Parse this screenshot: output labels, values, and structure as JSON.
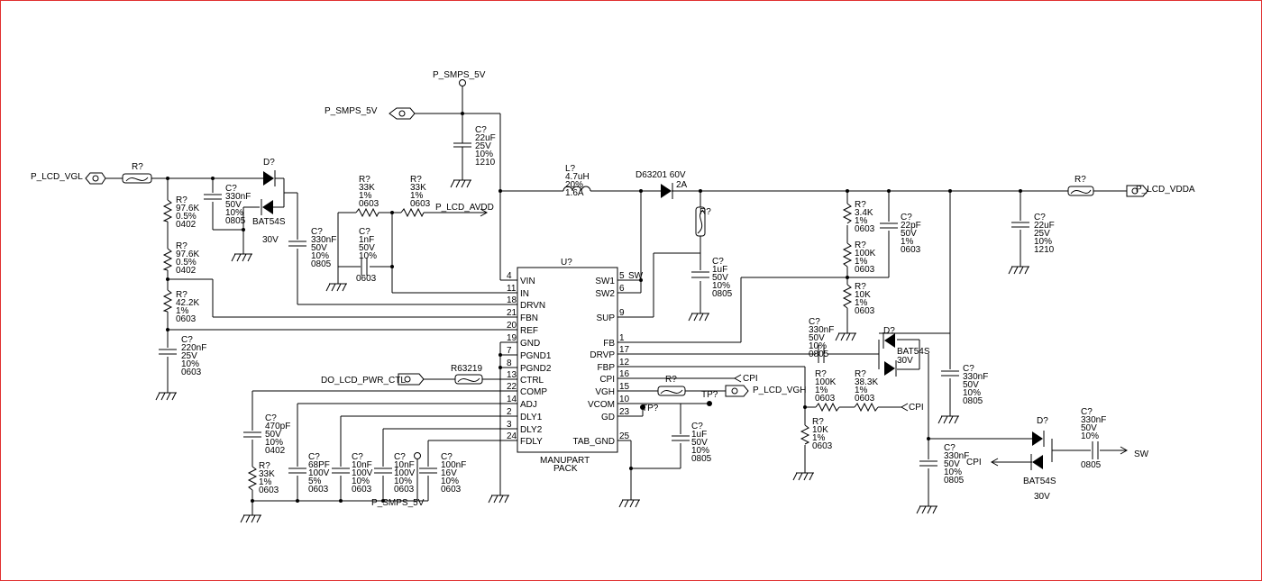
{
  "schematic": {
    "nets": {
      "p_smps_5v_top": "P_SMPS_5V",
      "p_smps_5v_port": "P_SMPS_5V",
      "p_lcd_vgl": "P_LCD_VGL",
      "p_lcd_avdd": "P_LCD_AVDD",
      "p_lcd_vdda": "P_LCD_VDDA",
      "do_lcd_pwr_ctl": "DO_LCD_PWR_CTL",
      "p_lcd_vgh": "P_LCD_VGH",
      "cpi_1": "CPI",
      "cpi_2": "CPI",
      "cpi_3": "CPI",
      "sw": "SW",
      "p_smps_5v_bottom": "P_SMPS_5V"
    },
    "ic": {
      "ref": "U?",
      "name_line1": "MANUPART",
      "name_line2": "PACK",
      "left_pins": [
        {
          "num": "4",
          "name": "VIN"
        },
        {
          "num": "11",
          "name": "IN"
        },
        {
          "num": "18",
          "name": "DRVN"
        },
        {
          "num": "21",
          "name": "FBN"
        },
        {
          "num": "20",
          "name": "REF"
        },
        {
          "num": "19",
          "name": "GND"
        },
        {
          "num": "7",
          "name": "PGND1"
        },
        {
          "num": "8",
          "name": "PGND2"
        },
        {
          "num": "13",
          "name": "CTRL"
        },
        {
          "num": "22",
          "name": "COMP"
        },
        {
          "num": "14",
          "name": "ADJ"
        },
        {
          "num": "2",
          "name": "DLY1"
        },
        {
          "num": "3",
          "name": "DLY2"
        },
        {
          "num": "24",
          "name": "FDLY"
        }
      ],
      "right_pins": [
        {
          "num": "5",
          "name": "SW1"
        },
        {
          "num": "6",
          "name": "SW2"
        },
        {
          "num": "9",
          "name": "SUP"
        },
        {
          "num": "1",
          "name": "FB"
        },
        {
          "num": "17",
          "name": "DRVP"
        },
        {
          "num": "12",
          "name": "FBP"
        },
        {
          "num": "16",
          "name": "CPI"
        },
        {
          "num": "15",
          "name": "VGH"
        },
        {
          "num": "10",
          "name": "VCOM"
        },
        {
          "num": "23",
          "name": "GD"
        },
        {
          "num": "25",
          "name": "TAB_GND"
        }
      ],
      "sw_label": "SW"
    },
    "labels": {
      "r_vgl": "R?",
      "d_vgl": "D?",
      "c_vgl": [
        "C?",
        "330nF",
        "50V",
        "10%",
        "0805"
      ],
      "bat_vgl": "BAT54S",
      "bat_vgl_v": "30V",
      "r1": [
        "R?",
        "97.6K",
        "0.5%",
        "0402"
      ],
      "r2": [
        "R?",
        "97.6K",
        "0.5%",
        "0402"
      ],
      "r3": [
        "R?",
        "42.2K",
        "1%",
        "0603"
      ],
      "c_ref": [
        "C?",
        "220nF",
        "25V",
        "10%",
        "0603"
      ],
      "c_drvn": [
        "C?",
        "330nF",
        "50V",
        "10%",
        "0805"
      ],
      "r_avdd1": [
        "R?",
        "33K",
        "1%",
        "0603"
      ],
      "r_avdd2": [
        "R?",
        "33K",
        "1%",
        "0603"
      ],
      "c_1nf": [
        "C?",
        "1nF",
        "50V",
        "10%"
      ],
      "c_1nf_pkg": "0603",
      "c_in": [
        "C?",
        "22uF",
        "25V",
        "10%",
        "1210"
      ],
      "inductor": [
        "L?",
        "4.7uH",
        "20%",
        "1.6A"
      ],
      "diode_main": [
        "D63201 60V",
        "2A"
      ],
      "r_snub": "R?",
      "c_sup": [
        "C?",
        "1uF",
        "50V",
        "10%",
        "0805"
      ],
      "r_fb1": [
        "R?",
        "3.4K",
        "1%",
        "0603"
      ],
      "r_fb2": [
        "R?",
        "100K",
        "1%",
        "0603"
      ],
      "r_fb3": [
        "R?",
        "10K",
        "1%",
        "0603"
      ],
      "c_22pf": [
        "C?",
        "22pF",
        "50V",
        "1%",
        "0603"
      ],
      "r_vdda": "R?",
      "c_out": [
        "C?",
        "22uF",
        "25V",
        "10%",
        "1210"
      ],
      "c_drvp": [
        "C?",
        "330nF",
        "50V",
        "10%",
        "0805"
      ],
      "d_vgh": "D?",
      "bat_vgh": "BAT54S",
      "bat_vgh_v": "30V",
      "c_vgh_out": [
        "C?",
        "330nF",
        "50V",
        "10%",
        "0805"
      ],
      "r_fbp1": [
        "R?",
        "100K",
        "1%",
        "0603"
      ],
      "r_fbp2": [
        "R?",
        "38.3K",
        "1%",
        "0603"
      ],
      "r_fbp3": [
        "R?",
        "10K",
        "1%",
        "0603"
      ],
      "r_vgh": "R?",
      "tp1": "TP?",
      "tp2": "TP?",
      "c_vcom": [
        "C?",
        "1uF",
        "50V",
        "10%",
        "0805"
      ],
      "c_cpi": [
        "C?",
        "330nF",
        "50V",
        "10%",
        "0805"
      ],
      "d_cpi": "D?",
      "bat_cpi": "BAT54S",
      "bat_cpi_v": "30V",
      "c_sw": [
        "C?",
        "330nF",
        "50V",
        "10%"
      ],
      "c_sw_pkg": "0805",
      "r_ctrl": "R63219",
      "c_comp": [
        "C?",
        "470pF",
        "50V",
        "10%",
        "0402"
      ],
      "r_comp": [
        "R?",
        "33K",
        "1%",
        "0603"
      ],
      "c_68pf": [
        "C?",
        "68PF",
        "100V",
        "5%",
        "0603"
      ],
      "c_10nf_a": [
        "C?",
        "10nF",
        "100V",
        "10%",
        "0603"
      ],
      "c_10nf_b": [
        "C?",
        "10nF",
        "100V",
        "10%",
        "0603"
      ],
      "c_100nf": [
        "C?",
        "100nF",
        "16V",
        "10%",
        "0603"
      ]
    }
  }
}
